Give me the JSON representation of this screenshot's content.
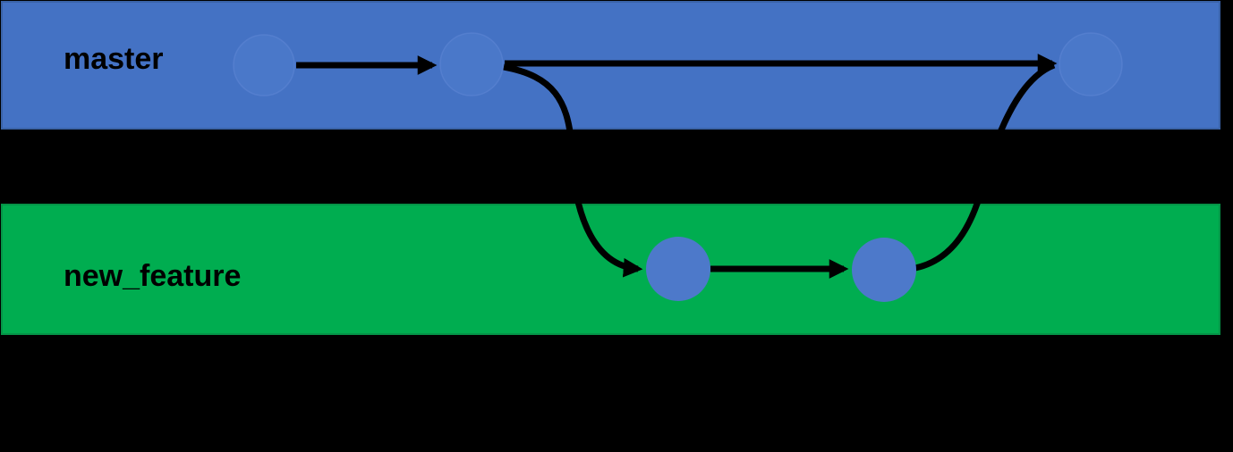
{
  "diagram": {
    "kind": "git-branching-diagram",
    "branches": [
      {
        "label": "master",
        "commit_count": 3
      },
      {
        "label": "new_feature",
        "commit_count": 2
      }
    ],
    "edges": [
      "master-commit-1 -> master-commit-2",
      "master-commit-2 -> master-commit-3",
      "master-commit-2 -> feature-commit-1 (branch off)",
      "feature-commit-1 -> feature-commit-2",
      "feature-commit-2 -> master-commit-3 (merge back)"
    ]
  },
  "colors": {
    "background": "#000000",
    "master_band": "#4472c4",
    "master_band_border": "#3a63a8",
    "feature_band": "#00ad50",
    "feature_band_border": "#059447",
    "master_commit_fill": "#4a78c9",
    "master_commit_stroke": "#5d86d3",
    "feature_commit_fill": "#4d79ca",
    "arrow": "#000000",
    "label_text": "#000000"
  }
}
